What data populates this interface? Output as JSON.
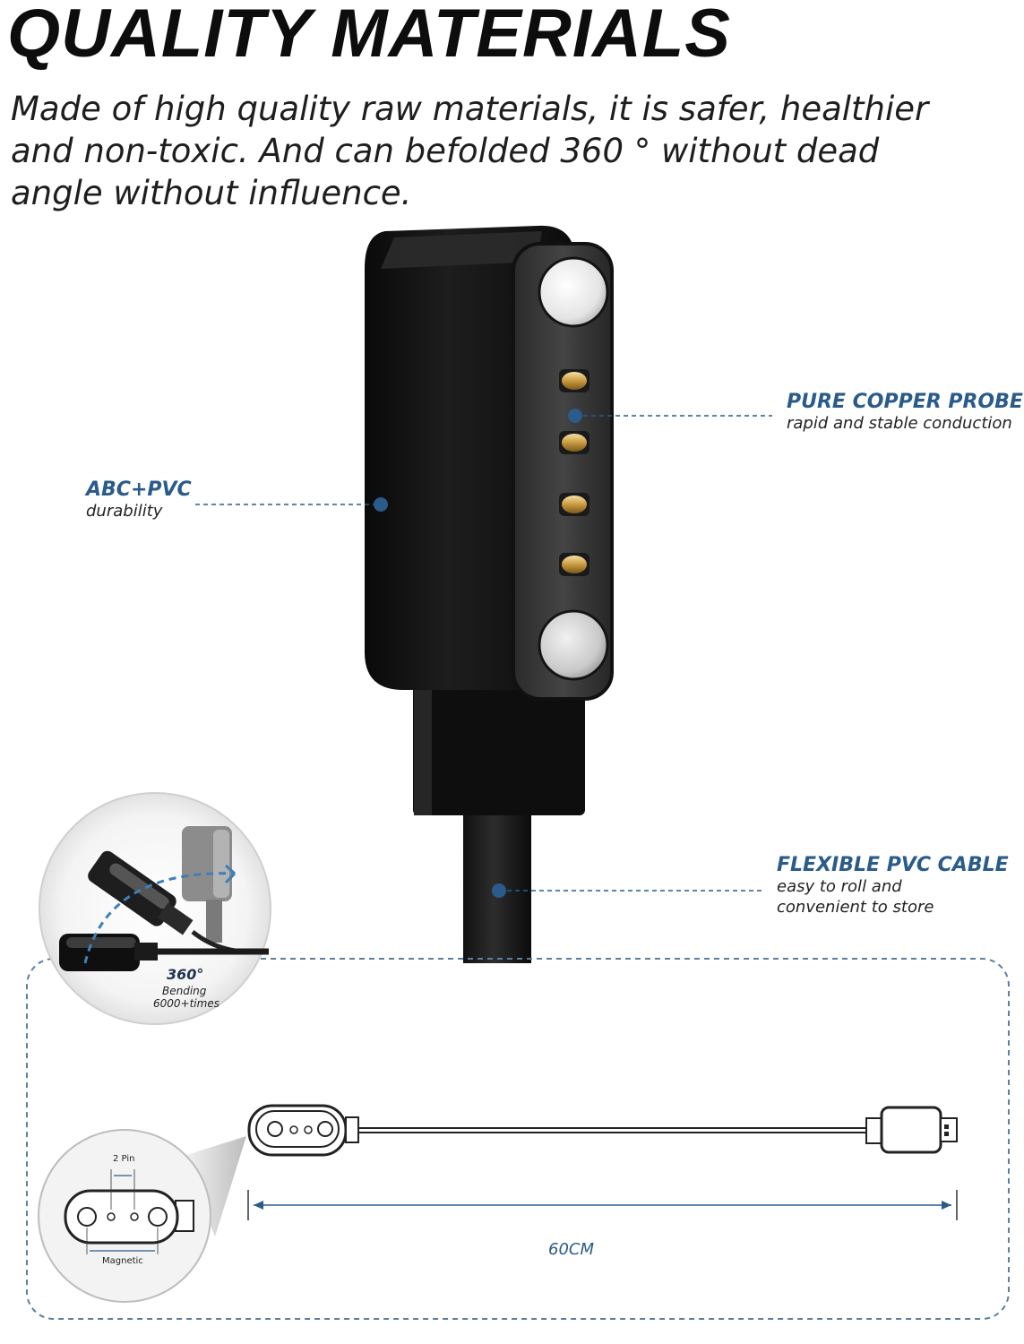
{
  "title": "QUALITY MATERIALS",
  "subtitle_lines": [
    "Made of high quality raw materials, it is safer, healthier",
    "and non-toxic. And can befolded 360 ° without dead",
    "angle without influence."
  ],
  "callouts": {
    "copper": {
      "head": "PURE COPPER PROBE",
      "desc": "rapid and stable conduction"
    },
    "abc": {
      "head": "ABC+PVC",
      "desc": "durability"
    },
    "cable": {
      "head": "FLEXIBLE PVC CABLE",
      "desc_lines": [
        "easy to roll and",
        "convenient to store"
      ]
    }
  },
  "bend_inset": {
    "angle": "360°",
    "line1": "Bending",
    "line2": "6000+times"
  },
  "pin_inset": {
    "pin_label": "2 Pin",
    "magnetic_label": "Magnetic"
  },
  "length_label": "60CM",
  "colors": {
    "accent": "#2a5b8a",
    "text": "#1e1e1e",
    "dashed_border": "#5d7f9f"
  }
}
